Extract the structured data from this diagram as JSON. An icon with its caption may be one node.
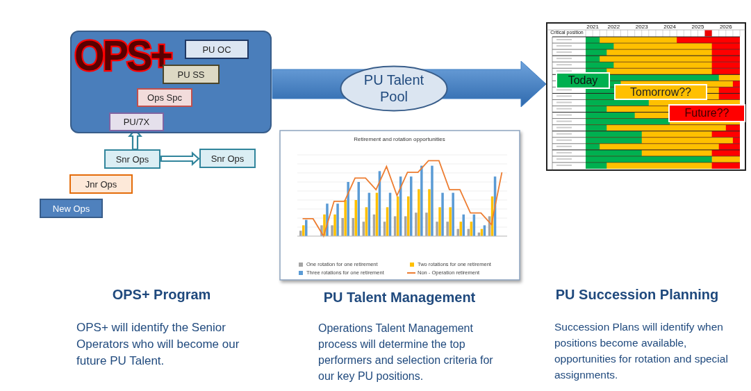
{
  "diagram": {
    "nodes": [
      {
        "text": [
          "OPS+"
        ]
      },
      {
        "text": [
          "PU OC"
        ],
        "in": 0
      },
      {
        "text": [
          "PU SS"
        ],
        "in": 0
      },
      {
        "text": [
          "Ops Spc"
        ],
        "in": 0
      },
      {
        "text": [
          "PU/7X"
        ],
        "in": 0
      },
      {
        "text": [
          "Snr Ops"
        ]
      },
      {
        "text": [
          "Snr Ops"
        ]
      },
      {
        "text": [
          "Jnr Ops"
        ]
      },
      {
        "text": [
          "New Ops"
        ]
      },
      {
        "text": [
          "PU Talent Pool"
        ]
      },
      {
        "text": [],
        "shape": "picture"
      },
      {
        "text": [
          "Today"
        ],
        "in": 10
      },
      {
        "text": [
          "Tomorrow??"
        ],
        "in": 10
      },
      {
        "text": [
          "Future??"
        ],
        "in": 10
      }
    ],
    "edges": [
      {
        "from": 5,
        "to": 4,
        "arrow": "to"
      },
      {
        "from": 5,
        "to": 6,
        "arrow": "to"
      },
      {
        "from": 0,
        "to": 10,
        "arrow": "to",
        "style": "thick",
        "color": "#3f7fc4"
      }
    ],
    "labels": [
      "2021",
      "2022",
      "2023",
      "2024",
      "2025",
      "2026",
      "Critical position",
      "Retirement and rotation opportunities",
      "OPS+ Program",
      "PU Talent Management",
      "PU Succession Planning",
      "OPS+ will identify the Senior Operators who will become our future PU Talent.",
      "Operations Talent Management process will determine the top performers and selection criteria for our key PU positions.",
      "Succession Plans will identify when positions become available, opportunities for rotation and special assignments."
    ],
    "legend": [
      {
        "text": "One rotation for one retirement",
        "color": "#a5a5a5"
      },
      {
        "text": "Two rotations for one retirement",
        "color": "#ffc000"
      },
      {
        "text": "Three rotations for one retirement",
        "color": "#5b9bd5"
      },
      {
        "text": "Non - Operation retirement"
      }
    ]
  }
}
